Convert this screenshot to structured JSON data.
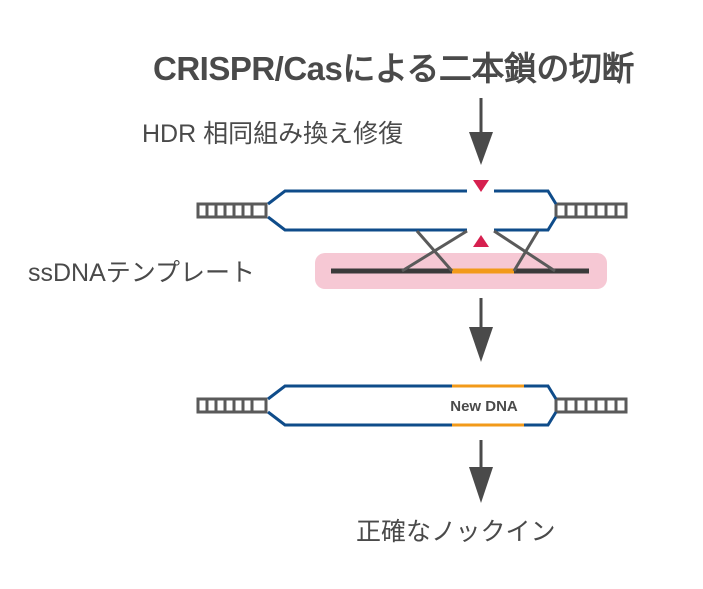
{
  "title": "CRISPR/Casによる二本鎖の切断",
  "labels": {
    "hdr": "HDR 相同組み換え修復",
    "ssdna_template": "ssDNAテンプレート",
    "result": "正確なノックイン",
    "new_dna": "New DNA"
  },
  "colors": {
    "strand_blue": "#0f4c8a",
    "ladder_gray": "#5a5a5a",
    "cut_marker": "#d6204f",
    "template_bg": "#f6c8d4",
    "template_dark": "#3a3a3a",
    "insert_orange": "#f29a1a",
    "arrow": "#4a4a4a"
  }
}
